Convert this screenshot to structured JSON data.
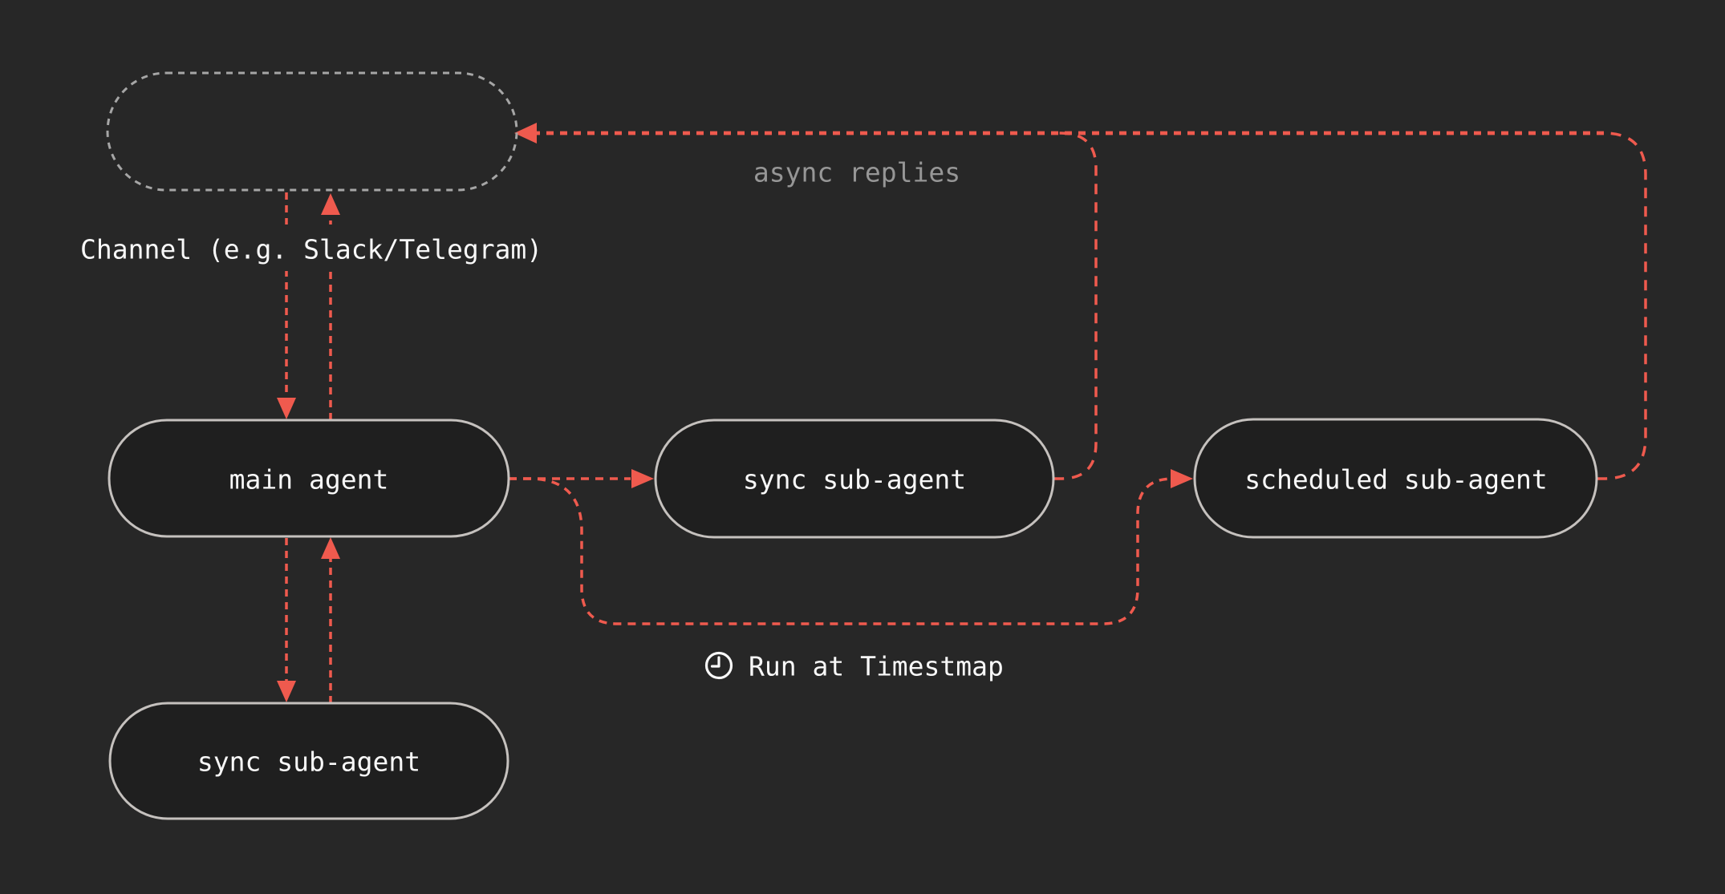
{
  "diagram": {
    "nodes": [
      {
        "id": "channel-box",
        "label": ""
      },
      {
        "id": "main-agent",
        "label": "main agent"
      },
      {
        "id": "sync-sub-agent",
        "label": "sync sub-agent"
      },
      {
        "id": "scheduled-sub-agent",
        "label": "scheduled sub-agent"
      },
      {
        "id": "sync-sub-agent-bottom",
        "label": "sync sub-agent"
      }
    ],
    "annotations": {
      "channel_label": "Channel (e.g. Slack/Telegram)",
      "async_replies_label": "async replies",
      "run_at_label": "Run at Timestmap"
    },
    "icons": [
      {
        "name": "clock-icon"
      }
    ],
    "edges": [
      {
        "from": "channel-box",
        "to": "main-agent",
        "style": "dashed"
      },
      {
        "from": "main-agent",
        "to": "channel-box",
        "style": "dashed"
      },
      {
        "from": "main-agent",
        "to": "sync-sub-agent",
        "style": "dashed"
      },
      {
        "from": "sync-sub-agent",
        "to": "channel-box",
        "style": "dotted",
        "label": "async replies"
      },
      {
        "from": "scheduled-sub-agent",
        "to": "channel-box",
        "style": "dotted",
        "label": "async replies"
      },
      {
        "from": "main-agent",
        "to": "scheduled-sub-agent",
        "style": "dashed",
        "label": "Run at Timestmap"
      },
      {
        "from": "main-agent",
        "to": "sync-sub-agent-bottom",
        "style": "dashed"
      },
      {
        "from": "sync-sub-agent-bottom",
        "to": "main-agent",
        "style": "dashed"
      }
    ],
    "colors": {
      "background": "#272727",
      "node_fill": "#1f1f1f",
      "node_border": "#c5c1be",
      "channel_border": "#a6a6a6",
      "arrow": "#ef5a4e",
      "text": "#f8f8f8",
      "muted_text": "#969696"
    }
  }
}
